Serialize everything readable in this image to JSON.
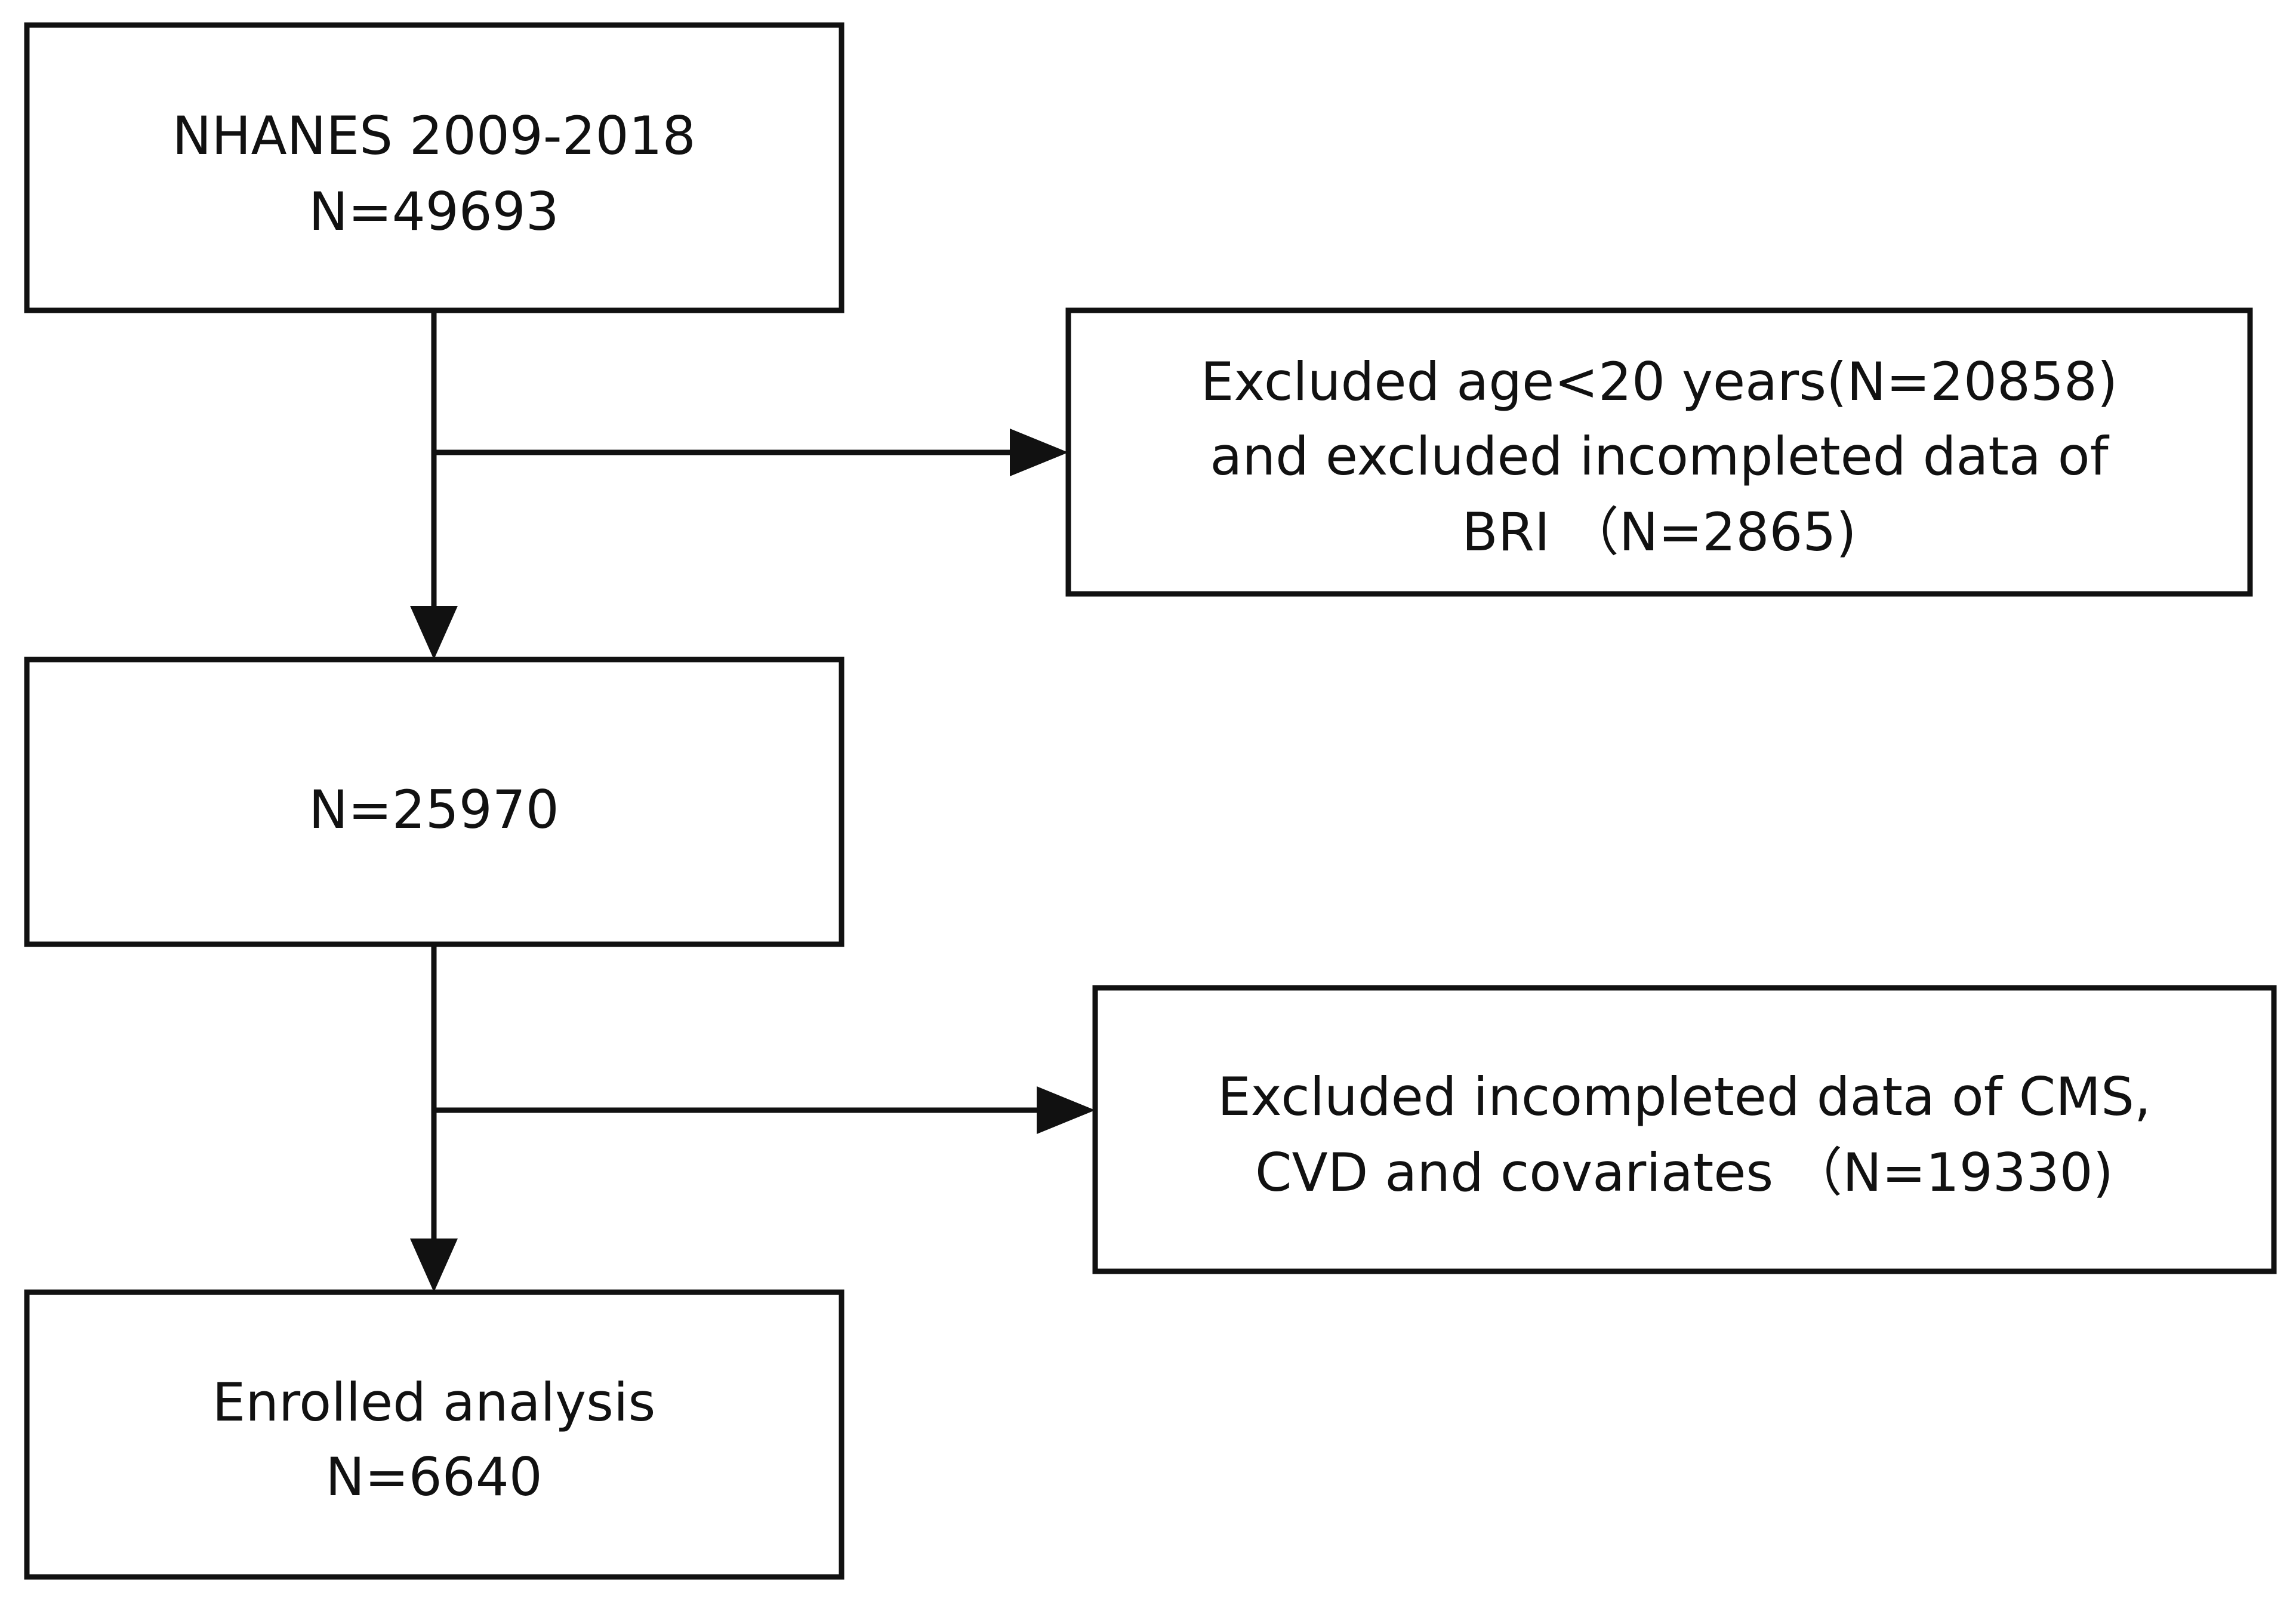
{
  "flowchart": {
    "main_boxes": [
      {
        "id": "start",
        "lines": [
          "NHANES 2009-2018",
          "N=49693"
        ]
      },
      {
        "id": "middle",
        "lines": [
          "N=25970"
        ]
      },
      {
        "id": "final",
        "lines": [
          "Enrolled analysis",
          "N=6640"
        ]
      }
    ],
    "exclusion_boxes": [
      {
        "id": "exclusion-1",
        "lines": [
          "Excluded age<20 years(N=20858)",
          "and excluded incompleted data of",
          "BRI （N=2865)"
        ]
      },
      {
        "id": "exclusion-2",
        "lines": [
          "Excluded incompleted data of CMS,",
          "CVD and covariates （N=19330)"
        ]
      }
    ]
  }
}
